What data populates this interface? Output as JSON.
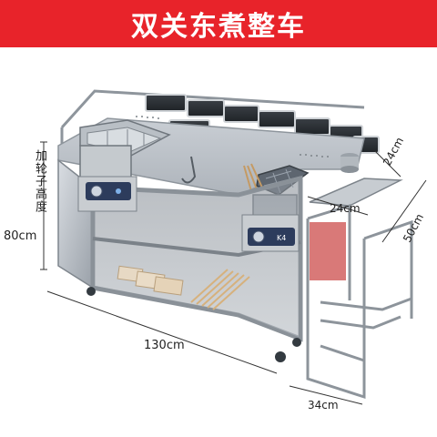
{
  "banner": {
    "title": "双关东煮整车",
    "color": "#e8232a"
  },
  "dimensions": {
    "height_label_vertical": "加轮子高度",
    "height_value": "80cm",
    "length": "130cm",
    "depth_top": "24cm",
    "shelf_inner": "24cm",
    "shelf_length": "50cm",
    "shelf_width": "34cm"
  }
}
